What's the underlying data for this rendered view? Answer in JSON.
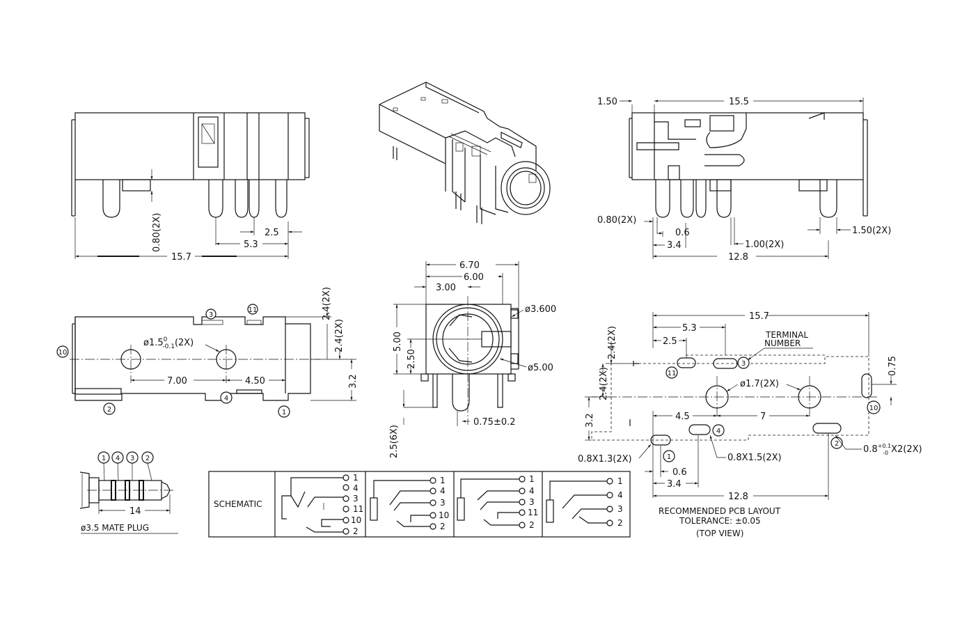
{
  "front_view": {
    "overall": "15.7",
    "pin_off": "0.80(2X)",
    "d25": "2.5",
    "d53": "5.3"
  },
  "rear_view": {
    "d150": "1.50",
    "d155": "15.5",
    "d080": "0.80(2X)",
    "d06": "0.6",
    "d34": "3.4",
    "d100": "1.00(2X)",
    "d128": "12.8",
    "d150_2x": "1.50(2X)"
  },
  "top_view": {
    "hole": "ø1.5",
    "hole_tol_top": "0",
    "hole_tol_bot": "-0.1",
    "hole_qty": "(2X)",
    "d700": "7.00",
    "d450": "4.50",
    "d32": "3.2",
    "d24a": "2.4(2X)",
    "d24b": "2.4(2X)",
    "terminals": [
      "3",
      "11",
      "10",
      "2",
      "4",
      "1"
    ]
  },
  "end_view": {
    "d670": "6.70",
    "d600": "6.00",
    "d300": "3.00",
    "d500": "5.00",
    "d250": "2.50",
    "d3600": "ø3.600",
    "d5": "ø5.00",
    "d075": "0.75±0.2",
    "d25_6x": "2.5(6X)"
  },
  "pcb_layout": {
    "d157": "15.7",
    "d53": "5.3",
    "d25": "2.5",
    "terminal_label_1": "TERMINAL",
    "terminal_label_2": "NUMBER",
    "d24_top": "2.4(2X)",
    "d24_mid": "2.4(2X)",
    "d32": "3.2",
    "d17": "ø1.7(2X)",
    "d075": "0.75",
    "d45": "4.5",
    "d7": "7",
    "d0813": "0.8X1.3(2X)",
    "d0815": "0.8X1.5(2X)",
    "d082_main": "0.8",
    "d082_top": "+0.1",
    "d082_bot": "-0",
    "d082_tail": "X2(2X)",
    "d06": "0.6",
    "d34": "3.4",
    "d128": "12.8",
    "note1": "RECOMMENDED PCB LAYOUT",
    "note2": "TOLERANCE: ±0.05",
    "note3": "(TOP VIEW)",
    "terminals": [
      "11",
      "3",
      "10",
      "1",
      "4",
      "2"
    ]
  },
  "plug": {
    "numbers": [
      "1",
      "4",
      "3",
      "2"
    ],
    "d14": "14",
    "caption": "ø3.5 MATE PLUG"
  },
  "schematic": {
    "title": "SCHEMATIC",
    "panel1": [
      "1",
      "4",
      "3",
      "11",
      "10",
      "2"
    ],
    "panel2": [
      "1",
      "4",
      "3",
      "10",
      "2"
    ],
    "panel3": [
      "1",
      "4",
      "3",
      "11",
      "2"
    ],
    "panel4": [
      "1",
      "4",
      "3",
      "2"
    ]
  }
}
